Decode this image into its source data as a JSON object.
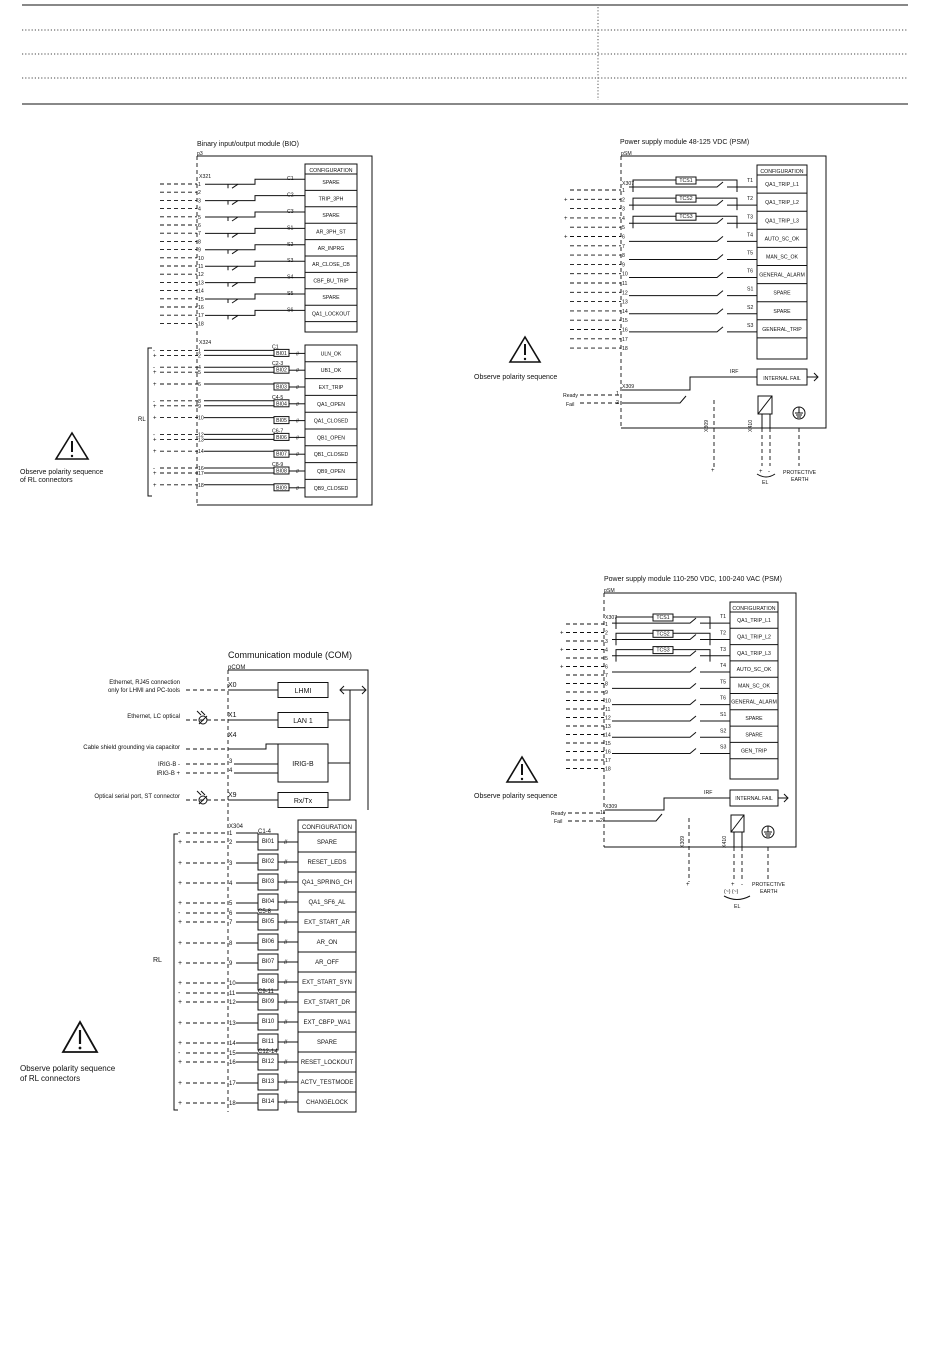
{
  "bio": {
    "title": "Binary input/output module (BIO)",
    "slot": "p3",
    "config_header": "CONFIGURATION",
    "connector_out": "X321",
    "connector_in": "X324",
    "outputs": [
      {
        "group": "C1",
        "label": "SPARE"
      },
      {
        "group": "C2",
        "label": "TRIP_3PH"
      },
      {
        "group": "C3",
        "label": "SPARE"
      },
      {
        "group": "S1",
        "label": "AR_3PH_ST"
      },
      {
        "group": "S2",
        "label": "AR_INPRG"
      },
      {
        "group": "S3",
        "label": "AR_CLOSE_CB"
      },
      {
        "group": "S4",
        "label": "CBF_BU_TRIP"
      },
      {
        "group": "S5",
        "label": "SPARE"
      },
      {
        "group": "S6",
        "label": "QA1_LOCKOUT"
      }
    ],
    "out_pins": [
      "1",
      "2",
      "3",
      "4",
      "5",
      "6",
      "7",
      "8",
      "9",
      "10",
      "11",
      "12",
      "13",
      "14",
      "15",
      "16",
      "17",
      "18"
    ],
    "inputs": [
      {
        "bi": "BI01",
        "common": "C1",
        "pins": [
          "1",
          "2"
        ],
        "label": "ULN_OK"
      },
      {
        "bi": "BI02",
        "common": "C2-3",
        "pins": [
          "4",
          "5"
        ],
        "label": "UB1_OK"
      },
      {
        "bi": "BI03",
        "common": "",
        "pins": [
          "6"
        ],
        "label": "EXT_TRIP"
      },
      {
        "bi": "BI04",
        "common": "C4-5",
        "pins": [
          "8",
          "9"
        ],
        "label": "QA1_OPEN"
      },
      {
        "bi": "BI05",
        "common": "",
        "pins": [
          "10"
        ],
        "label": "QA1_CLOSED"
      },
      {
        "bi": "BI06",
        "common": "C6-7",
        "pins": [
          "12",
          "13"
        ],
        "label": "QB1_OPEN"
      },
      {
        "bi": "BI07",
        "common": "",
        "pins": [
          "14"
        ],
        "label": "QB1_CLOSED"
      },
      {
        "bi": "BI08",
        "common": "C8-9",
        "pins": [
          "16",
          "17"
        ],
        "label": "QB9_OPEN"
      },
      {
        "bi": "BI09",
        "common": "",
        "pins": [
          "18"
        ],
        "label": "QB9_CLOSED"
      }
    ],
    "rl": "RL",
    "warning": "Observe polarity sequence\nof RL connectors",
    "slash": "//"
  },
  "psm1": {
    "title": "Power supply module 48-125 VDC (PSM)",
    "slot": "pSM",
    "connector": "X307",
    "config_header": "CONFIGURATION",
    "tcs": [
      "TCS1",
      "TCS2",
      "TCS3"
    ],
    "outputs": [
      {
        "group": "T1",
        "label": "QA1_TRIP_L1"
      },
      {
        "group": "T2",
        "label": "QA1_TRIP_L2"
      },
      {
        "group": "T3",
        "label": "QA1_TRIP_L3"
      },
      {
        "group": "T4",
        "label": "AUTO_SC_OK"
      },
      {
        "group": "T5",
        "label": "MAN_SC_OK"
      },
      {
        "group": "T6",
        "label": "GENERAL_ALARM"
      },
      {
        "group": "S1",
        "label": "SPARE"
      },
      {
        "group": "S2",
        "label": "SPARE"
      },
      {
        "group": "S3",
        "label": "GENERAL_TRIP"
      }
    ],
    "pins": [
      "1",
      "2",
      "3",
      "4",
      "5",
      "6",
      "7",
      "8",
      "9",
      "10",
      "11",
      "12",
      "13",
      "14",
      "15",
      "16",
      "17",
      "18"
    ],
    "irf": "IRF",
    "internal_fail": "INTERNAL FAIL",
    "x309": "X309",
    "x410": "X410",
    "ready": "Ready",
    "fail": "Fail",
    "el": "EL",
    "pe": "PROTECTIVE\nEARTH",
    "plus": "+",
    "minus": "-",
    "warning": "Observe polarity sequence"
  },
  "psm2": {
    "title": "Power supply module 110-250 VDC, 100-240 VAC (PSM)",
    "slot": "pSM",
    "connector": "X307",
    "config_header": "CONFIGURATION",
    "tcs": [
      "TCS1",
      "TCS2",
      "TCS3"
    ],
    "outputs": [
      {
        "group": "T1",
        "label": "QA1_TRIP_L1"
      },
      {
        "group": "T2",
        "label": "QA1_TRIP_L2"
      },
      {
        "group": "T3",
        "label": "QA1_TRIP_L3"
      },
      {
        "group": "T4",
        "label": "AUTO_SC_OK"
      },
      {
        "group": "T5",
        "label": "MAN_SC_OK"
      },
      {
        "group": "T6",
        "label": "GENERAL_ALARM"
      },
      {
        "group": "S1",
        "label": "SPARE"
      },
      {
        "group": "S2",
        "label": "SPARE"
      },
      {
        "group": "S3",
        "label": "GEN_TRIP"
      }
    ],
    "pins": [
      "1",
      "2",
      "3",
      "4",
      "5",
      "6",
      "7",
      "8",
      "9",
      "10",
      "11",
      "12",
      "13",
      "14",
      "15",
      "16",
      "17",
      "18"
    ],
    "irf": "IRF",
    "internal_fail": "INTERNAL FAIL",
    "x309": "X309",
    "x410": "X410",
    "ready": "Ready",
    "fail": "Fail",
    "el": "EL",
    "ac": "(~) (~)",
    "pe": "PROTECTIVE\nEARTH",
    "warning": "Observe polarity sequence"
  },
  "com": {
    "title": "Communication module (COM)",
    "slot": "pCOM",
    "ports": [
      {
        "conn": "X0",
        "box": "LHMI",
        "desc": "Ethernet, RJ45 connection\nonly for LHMI and PC-tools"
      },
      {
        "conn": "X1",
        "box": "LAN 1",
        "desc": "Ethernet, LC optical"
      },
      {
        "conn": "X4",
        "box": "IRIG-B",
        "desc": "Cable shield grounding via capacitor"
      },
      {
        "conn": "X9",
        "box": "Rx/Tx",
        "desc": "Optical serial port, ST connector"
      }
    ],
    "irig_minus": "IRIG-B -",
    "irig_plus": "IRIG-B +",
    "irig_pins": [
      "3",
      "4"
    ],
    "connector": "X304",
    "config_header": "CONFIGURATION",
    "inputs": [
      {
        "bi": "BI01",
        "common": "C1-4",
        "pins": [
          "1",
          "2"
        ],
        "label": "SPARE"
      },
      {
        "bi": "BI02",
        "common": "",
        "pins": [
          "3"
        ],
        "label": "RESET_LEDS"
      },
      {
        "bi": "BI03",
        "common": "",
        "pins": [
          "4"
        ],
        "label": "QA1_SPRING_CH"
      },
      {
        "bi": "BI04",
        "common": "",
        "pins": [
          "5"
        ],
        "label": "QA1_SF6_AL"
      },
      {
        "bi": "BI05",
        "common": "C5-8",
        "pins": [
          "6",
          "7"
        ],
        "label": "EXT_START_AR"
      },
      {
        "bi": "BI06",
        "common": "",
        "pins": [
          "8"
        ],
        "label": "AR_ON"
      },
      {
        "bi": "BI07",
        "common": "",
        "pins": [
          "9"
        ],
        "label": "AR_OFF"
      },
      {
        "bi": "BI08",
        "common": "",
        "pins": [
          "10"
        ],
        "label": "EXT_START_SYN"
      },
      {
        "bi": "BI09",
        "common": "C9-11",
        "pins": [
          "11",
          "12"
        ],
        "label": "EXT_START_DR"
      },
      {
        "bi": "BI10",
        "common": "",
        "pins": [
          "13"
        ],
        "label": "EXT_CBFP_WA1"
      },
      {
        "bi": "BI11",
        "common": "",
        "pins": [
          "14"
        ],
        "label": "SPARE"
      },
      {
        "bi": "BI12",
        "common": "C12-14",
        "pins": [
          "15",
          "16"
        ],
        "label": "RESET_LOCKOUT"
      },
      {
        "bi": "BI13",
        "common": "",
        "pins": [
          "17"
        ],
        "label": "ACTV_TESTMODE"
      },
      {
        "bi": "BI14",
        "common": "",
        "pins": [
          "18"
        ],
        "label": "CHANGELOCK"
      }
    ],
    "rl": "RL",
    "warning": "Observe polarity sequence\nof RL connectors"
  }
}
